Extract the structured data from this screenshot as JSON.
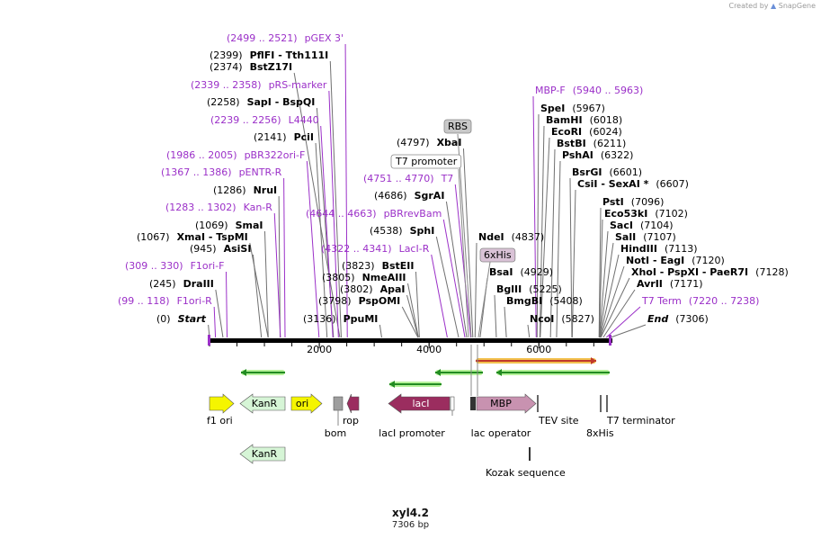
{
  "credit": {
    "prefix": "Created by",
    "brand": "SnapGene",
    "brand_icon": "snapgene-logo-icon"
  },
  "plasmid": {
    "name": "xyl4.2",
    "size_label": "7306 bp",
    "length": 7306
  },
  "colors": {
    "enzyme_text": "#000000",
    "primer_text": "#9b30c8",
    "ruler": "#000000",
    "orf_arrow": "#228b22",
    "orf_glow": "#b6f29a",
    "selected_orf": "#c0392b",
    "selected_glow": "#f2c14e",
    "kanr": "#d6f5d6",
    "ori": "#f5f500",
    "f1ori": "#f5f500",
    "laci": "#9b2d5f",
    "mbp": "#c892b0",
    "rop": "#9b2d5f",
    "bom": "#9e9e9e",
    "lac_operator": "#333333"
  },
  "ruler": {
    "ticks": [
      2000,
      4000,
      6000
    ],
    "minor_step": 500
  },
  "labels": [
    {
      "name": "pGEX 3'",
      "kind": "primer",
      "range": "(2499 .. 2521)",
      "pos": 2510
    },
    {
      "name": "PflFI - Tth111I",
      "kind": "enzyme",
      "range": "(2399)",
      "pos": 2399
    },
    {
      "name": "BstZ17I",
      "kind": "enzyme",
      "range": "(2374)",
      "pos": 2374
    },
    {
      "name": "pRS-marker",
      "kind": "primer",
      "range": "(2339 .. 2358)",
      "pos": 2348
    },
    {
      "name": "SapI - BspQI",
      "kind": "enzyme",
      "range": "(2258)",
      "pos": 2258
    },
    {
      "name": "L4440",
      "kind": "primer",
      "range": "(2239 .. 2256)",
      "pos": 2247
    },
    {
      "name": "PciI",
      "kind": "enzyme",
      "range": "(2141)",
      "pos": 2141
    },
    {
      "name": "pBR322ori-F",
      "kind": "primer",
      "range": "(1986 .. 2005)",
      "pos": 1995
    },
    {
      "name": "pENTR-R",
      "kind": "primer",
      "range": "(1367 .. 1386)",
      "pos": 1376
    },
    {
      "name": "NruI",
      "kind": "enzyme",
      "range": "(1286)",
      "pos": 1286
    },
    {
      "name": "Kan-R",
      "kind": "primer",
      "range": "(1283 .. 1302)",
      "pos": 1292
    },
    {
      "name": "SmaI",
      "kind": "enzyme",
      "range": "(1069)",
      "pos": 1069
    },
    {
      "name": "XmaI - TspMI",
      "kind": "enzyme",
      "range": "(1067)",
      "pos": 1067
    },
    {
      "name": "AsiSI",
      "kind": "enzyme",
      "range": "(945)",
      "pos": 945
    },
    {
      "name": "F1ori-F",
      "kind": "primer",
      "range": "(309 .. 330)",
      "pos": 320
    },
    {
      "name": "DraIII",
      "kind": "enzyme",
      "range": "(245)",
      "pos": 245
    },
    {
      "name": "F1ori-R",
      "kind": "primer",
      "range": "(99 .. 118)",
      "pos": 108
    },
    {
      "name": "Start",
      "kind": "marker",
      "range": "(0)",
      "pos": 0
    },
    {
      "name": "pBRrevBam",
      "kind": "primer",
      "range": "(4644 .. 4663)",
      "pos": 4653
    },
    {
      "name": "LacI-R",
      "kind": "primer",
      "range": "(4322 .. 4341)",
      "pos": 4331
    },
    {
      "name": "BstEII",
      "kind": "enzyme",
      "range": "(3823)",
      "pos": 3823
    },
    {
      "name": "NmeAIII",
      "kind": "enzyme",
      "range": "(3805)",
      "pos": 3805
    },
    {
      "name": "ApaI",
      "kind": "enzyme",
      "range": "(3802)",
      "pos": 3802
    },
    {
      "name": "PspOMI",
      "kind": "enzyme",
      "range": "(3798)",
      "pos": 3798
    },
    {
      "name": "PpuMI",
      "kind": "enzyme",
      "range": "(3136)",
      "pos": 3136
    },
    {
      "name": "XbaI",
      "kind": "enzyme",
      "range": "(4797)",
      "pos": 4797
    },
    {
      "name": "T7",
      "kind": "primer",
      "range": "(4751 .. 4770)",
      "pos": 4760
    },
    {
      "name": "SgrAI",
      "kind": "enzyme",
      "range": "(4686)",
      "pos": 4686
    },
    {
      "name": "SphI",
      "kind": "enzyme",
      "range": "(4538)",
      "pos": 4538
    },
    {
      "name": "NdeI",
      "kind": "enzyme",
      "range": "(4837)",
      "pos": 4837
    },
    {
      "name": "BsaI",
      "kind": "enzyme",
      "range": "(4929)",
      "pos": 4929
    },
    {
      "name": "BglII",
      "kind": "enzyme",
      "range": "(5225)",
      "pos": 5225
    },
    {
      "name": "BmgBI",
      "kind": "enzyme",
      "range": "(5408)",
      "pos": 5408
    },
    {
      "name": "NcoI",
      "kind": "enzyme",
      "range": "(5827)",
      "pos": 5827
    },
    {
      "name": "MBP-F",
      "kind": "primer",
      "range": "(5940 .. 5963)",
      "pos": 5951
    },
    {
      "name": "SpeI",
      "kind": "enzyme",
      "range": "(5967)",
      "pos": 5967
    },
    {
      "name": "BamHI",
      "kind": "enzyme",
      "range": "(6018)",
      "pos": 6018
    },
    {
      "name": "EcoRI",
      "kind": "enzyme",
      "range": "(6024)",
      "pos": 6024
    },
    {
      "name": "BstBI",
      "kind": "enzyme",
      "range": "(6211)",
      "pos": 6211
    },
    {
      "name": "PshAI",
      "kind": "enzyme",
      "range": "(6322)",
      "pos": 6322
    },
    {
      "name": "BsrGI",
      "kind": "enzyme",
      "range": "(6601)",
      "pos": 6601
    },
    {
      "name": "CsiI - SexAI *",
      "kind": "enzyme",
      "range": "(6607)",
      "pos": 6607
    },
    {
      "name": "PstI",
      "kind": "enzyme",
      "range": "(7096)",
      "pos": 7096
    },
    {
      "name": "Eco53kI",
      "kind": "enzyme",
      "range": "(7102)",
      "pos": 7102
    },
    {
      "name": "SacI",
      "kind": "enzyme",
      "range": "(7104)",
      "pos": 7104
    },
    {
      "name": "SalI",
      "kind": "enzyme",
      "range": "(7107)",
      "pos": 7107
    },
    {
      "name": "HindIII",
      "kind": "enzyme",
      "range": "(7113)",
      "pos": 7113
    },
    {
      "name": "NotI - EagI",
      "kind": "enzyme",
      "range": "(7120)",
      "pos": 7120
    },
    {
      "name": "XhoI - PspXI - PaeR7I",
      "kind": "enzyme",
      "range": "(7128)",
      "pos": 7128
    },
    {
      "name": "AvrII",
      "kind": "enzyme",
      "range": "(7171)",
      "pos": 7171
    },
    {
      "name": "T7 Term",
      "kind": "primer",
      "range": "(7220 .. 7238)",
      "pos": 7229
    },
    {
      "name": "End",
      "kind": "marker",
      "range": "(7306)",
      "pos": 7306
    }
  ],
  "feature_labels": {
    "rbs": "RBS",
    "t7_promoter": "T7 promoter",
    "his6": "6xHis",
    "f1_ori": "f1 ori",
    "kanr": "KanR",
    "ori": "ori",
    "bom": "bom",
    "rop": "rop",
    "laci": "lacI",
    "laci_promoter": "lacI promoter",
    "lac_operator": "lac operator",
    "mbp": "MBP",
    "tev_site": "TEV site",
    "his8": "8xHis",
    "t7_terminator": "T7 terminator",
    "kanr_2": "KanR",
    "kozak": "Kozak sequence"
  }
}
